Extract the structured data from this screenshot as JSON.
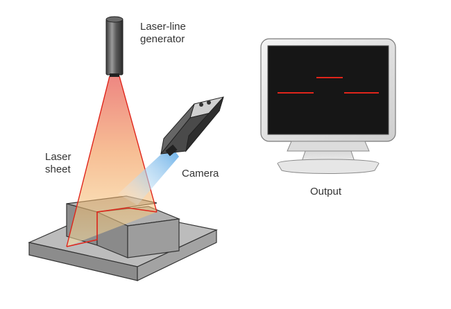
{
  "labels": {
    "laser_line_generator": [
      "Laser-line",
      "generator"
    ],
    "laser_sheet": [
      "Laser",
      "sheet"
    ],
    "camera": "Camera",
    "output": "Output"
  },
  "colors": {
    "laser_red": "#e0251b",
    "laser_orange": "#f3a35a",
    "laser_yellow": "#f9e3a8",
    "camera_blue": "#6fb6ea",
    "block_top": "#b4b4b4",
    "block_front": "#8e8e8e",
    "block_side": "#9f9f9f",
    "monitor_bezel": "#e6e6e6",
    "screen": "#161616"
  },
  "icons": [
    "laser-line-generator-icon",
    "camera-icon",
    "monitor-icon"
  ]
}
